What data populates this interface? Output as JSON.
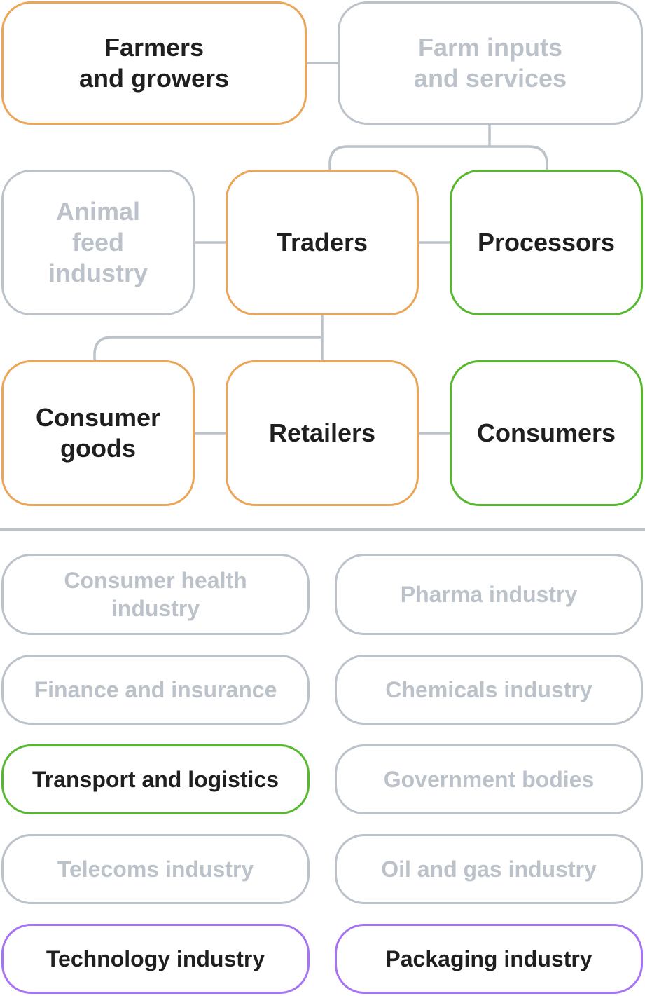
{
  "colors": {
    "highlight_orange": "#eba55a",
    "highlight_green": "#55b82e",
    "highlight_purple": "#a673f2",
    "inactive_gray": "#bcc2ca",
    "active_text": "#1f1f1f"
  },
  "value_chain": {
    "farmers_and_growers": {
      "label": "Farmers\nand growers",
      "category": "orange",
      "active": true
    },
    "farm_inputs_and_services": {
      "label": "Farm inputs\nand services",
      "category": "gray",
      "active": false
    },
    "animal_feed_industry": {
      "label": "Animal\nfeed\nindustry",
      "category": "gray",
      "active": false
    },
    "traders": {
      "label": "Traders",
      "category": "orange",
      "active": true
    },
    "processors": {
      "label": "Processors",
      "category": "green",
      "active": true
    },
    "consumer_goods": {
      "label": "Consumer\ngoods",
      "category": "orange",
      "active": true
    },
    "retailers": {
      "label": "Retailers",
      "category": "orange",
      "active": true
    },
    "consumers": {
      "label": "Consumers",
      "category": "green",
      "active": true
    }
  },
  "connections": [
    [
      "Farmers and growers",
      "Farm inputs and services"
    ],
    [
      "Farm inputs and services",
      "Traders"
    ],
    [
      "Farm inputs and services",
      "Processors"
    ],
    [
      "Animal feed industry",
      "Traders"
    ],
    [
      "Traders",
      "Processors"
    ],
    [
      "Traders",
      "Consumer goods"
    ],
    [
      "Traders",
      "Retailers"
    ],
    [
      "Consumer goods",
      "Retailers"
    ],
    [
      "Retailers",
      "Consumers"
    ]
  ],
  "other_industries": {
    "consumer_health": {
      "label": "Consumer health\nindustry",
      "category": "gray",
      "active": false
    },
    "pharma": {
      "label": "Pharma industry",
      "category": "gray",
      "active": false
    },
    "finance_insurance": {
      "label": "Finance and insurance",
      "category": "gray",
      "active": false
    },
    "chemicals": {
      "label": "Chemicals industry",
      "category": "gray",
      "active": false
    },
    "transport_logistics": {
      "label": "Transport and logistics",
      "category": "green",
      "active": true
    },
    "government_bodies": {
      "label": "Government bodies",
      "category": "gray",
      "active": false
    },
    "telecoms": {
      "label": "Telecoms industry",
      "category": "gray",
      "active": false
    },
    "oil_gas": {
      "label": "Oil and gas industry",
      "category": "gray",
      "active": false
    },
    "technology": {
      "label": "Technology industry",
      "category": "purple",
      "active": true
    },
    "packaging": {
      "label": "Packaging industry",
      "category": "purple",
      "active": true
    }
  }
}
